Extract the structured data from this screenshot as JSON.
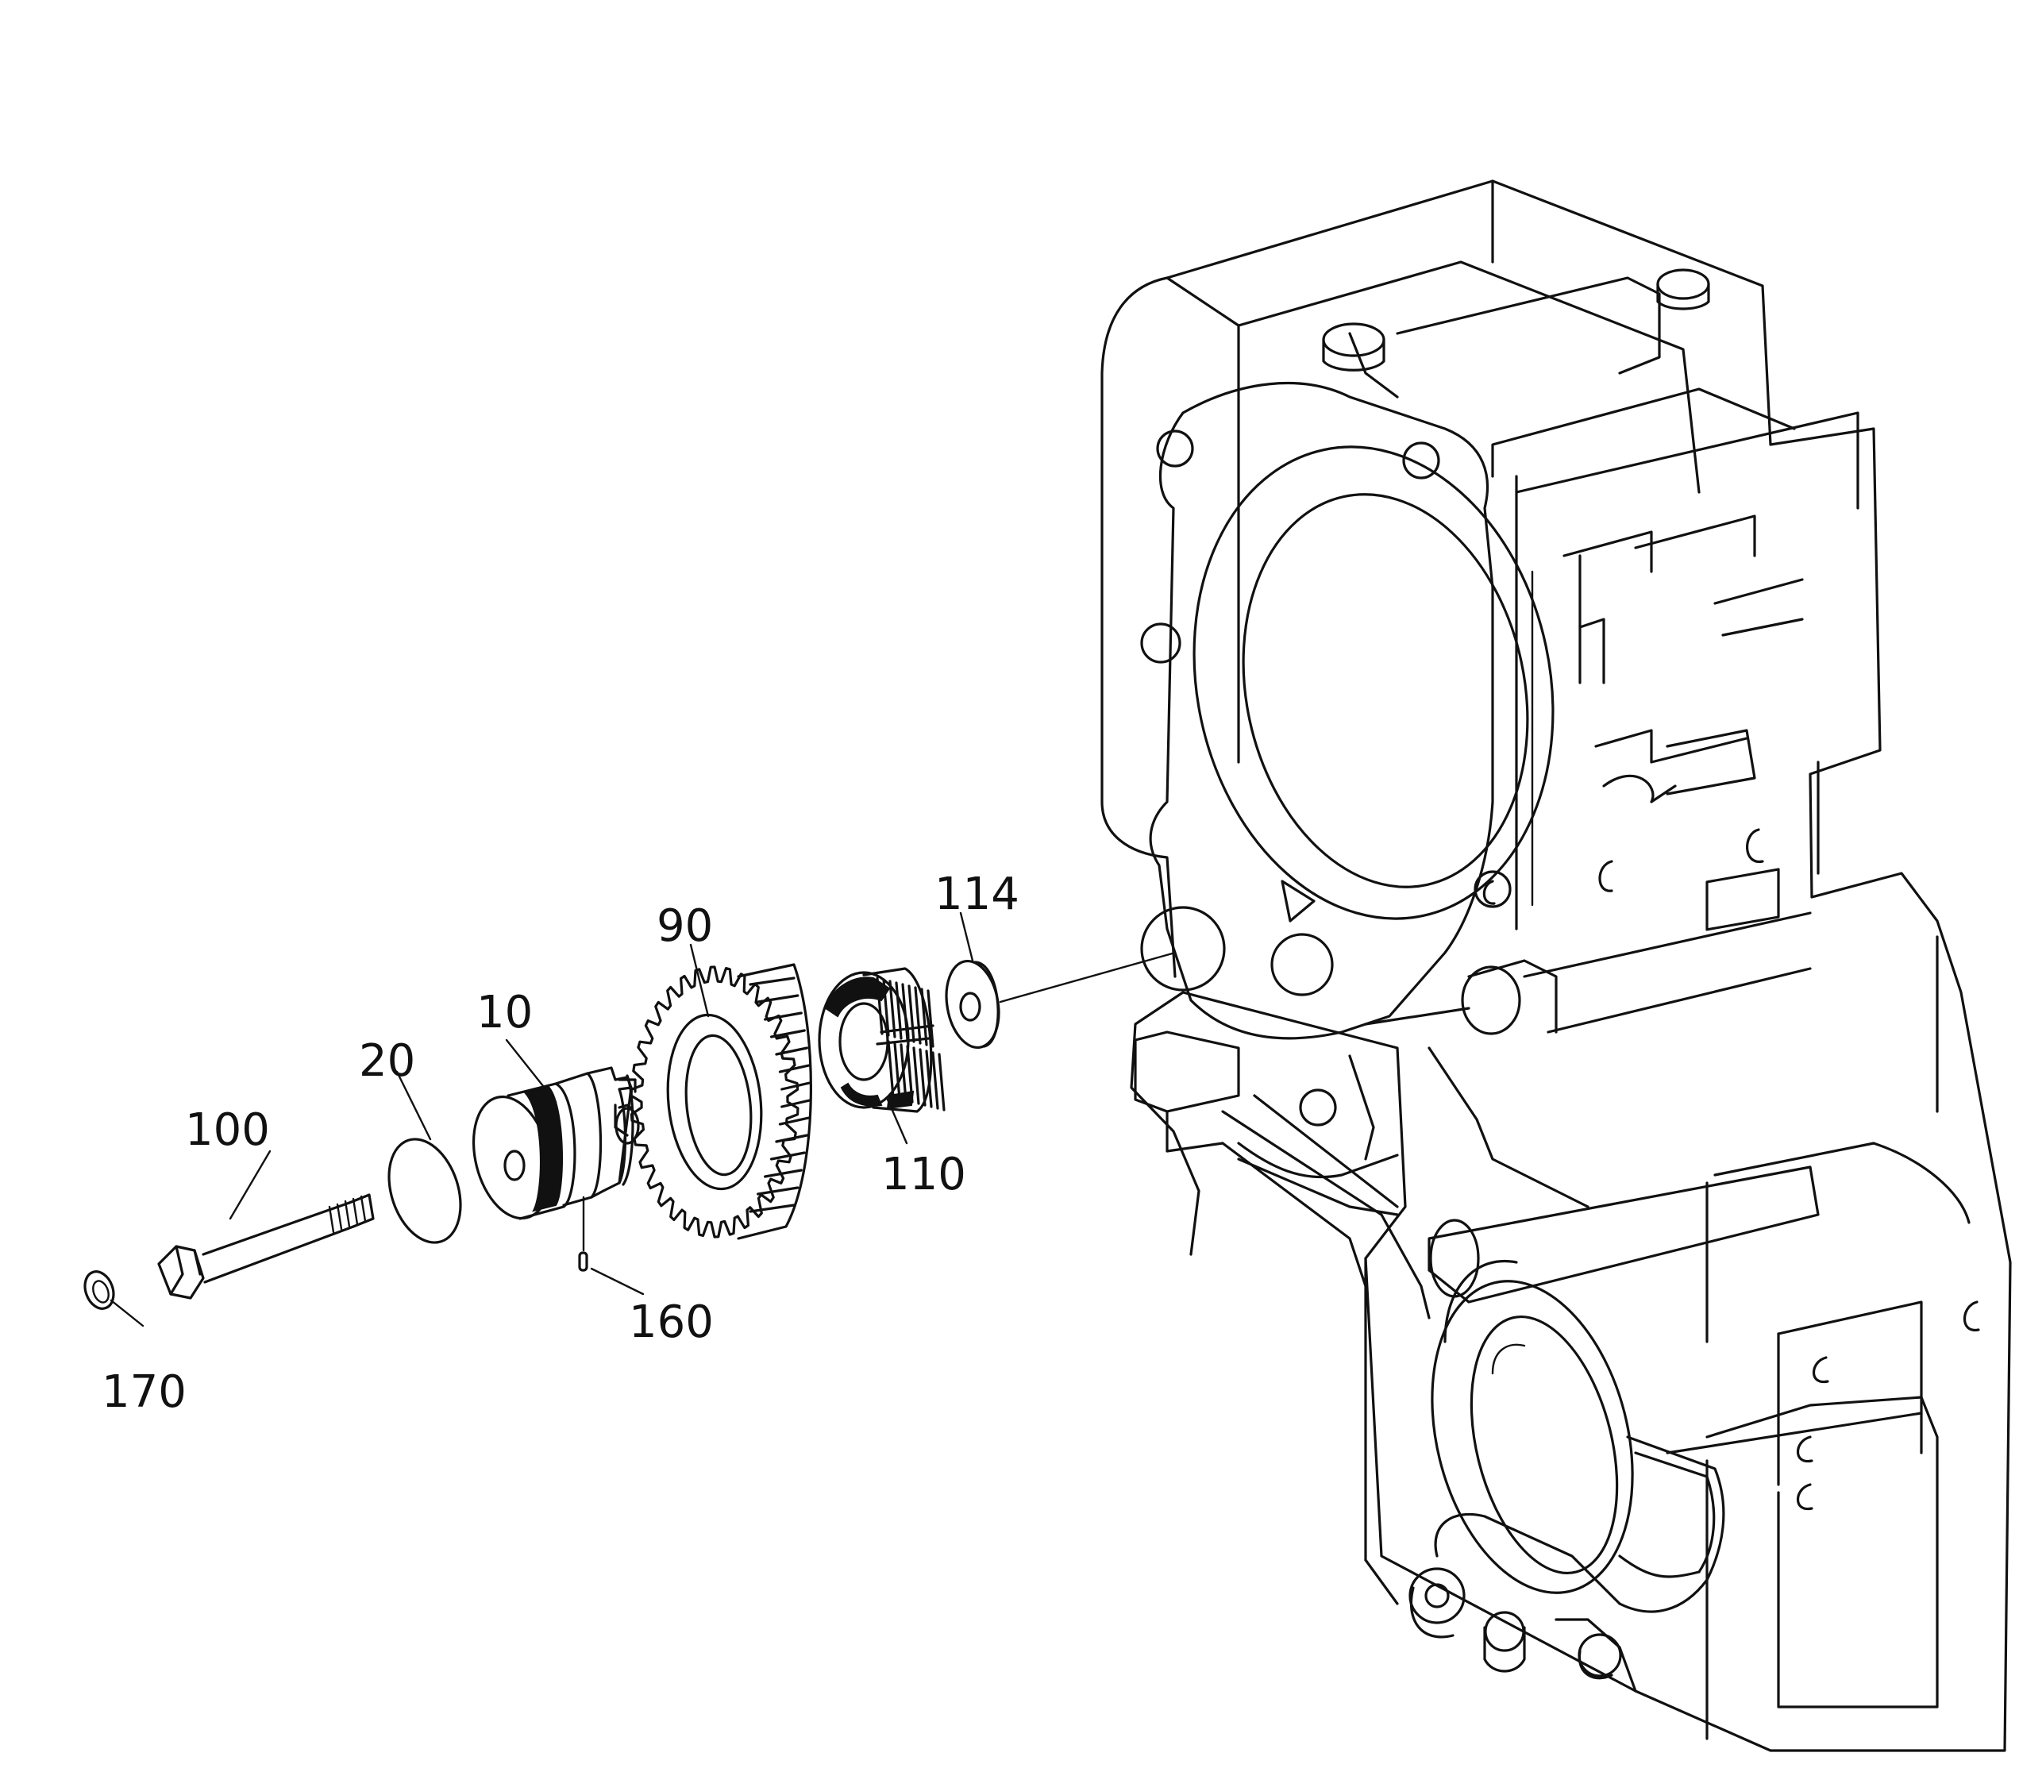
{
  "callouts": {
    "c10": "10",
    "c20": "20",
    "c90": "90",
    "c100": "100",
    "c110": "110",
    "c114": "114",
    "c160": "160",
    "c170": "170"
  },
  "colors": {
    "ink": "#111111",
    "paper": "#ffffff"
  }
}
